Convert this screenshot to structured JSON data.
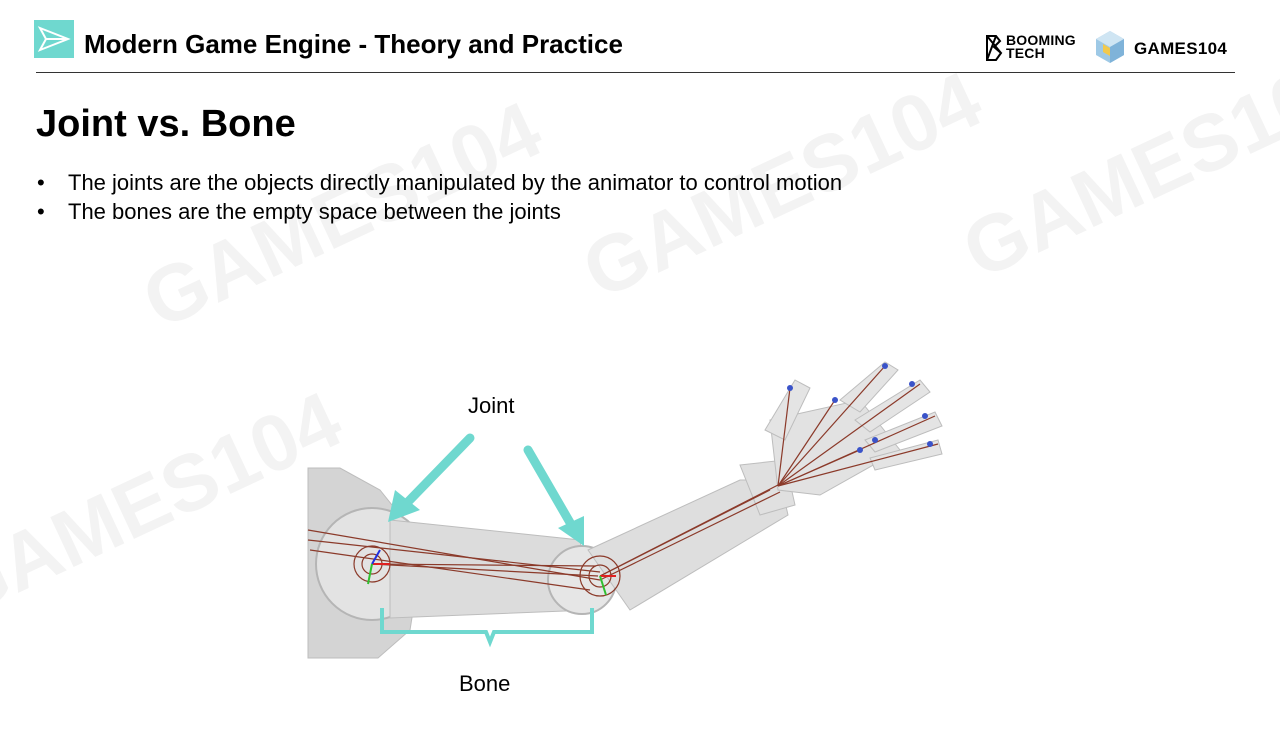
{
  "header": {
    "title": "Modern Game Engine - Theory and Practice",
    "logo_booming_line1": "BOOMING",
    "logo_booming_line2": "TECH",
    "logo_games": "GAMES104"
  },
  "slide": {
    "title": "Joint vs. Bone",
    "bullets": [
      "The joints are the objects directly manipulated by the animator to control motion",
      "The bones are the empty space between the joints"
    ]
  },
  "figure": {
    "label_joint": "Joint",
    "label_bone": "Bone"
  },
  "colors": {
    "accent": "#6fd8cf",
    "bone_line": "#8b3a2a",
    "limb_fill": "#d9d9d9"
  }
}
